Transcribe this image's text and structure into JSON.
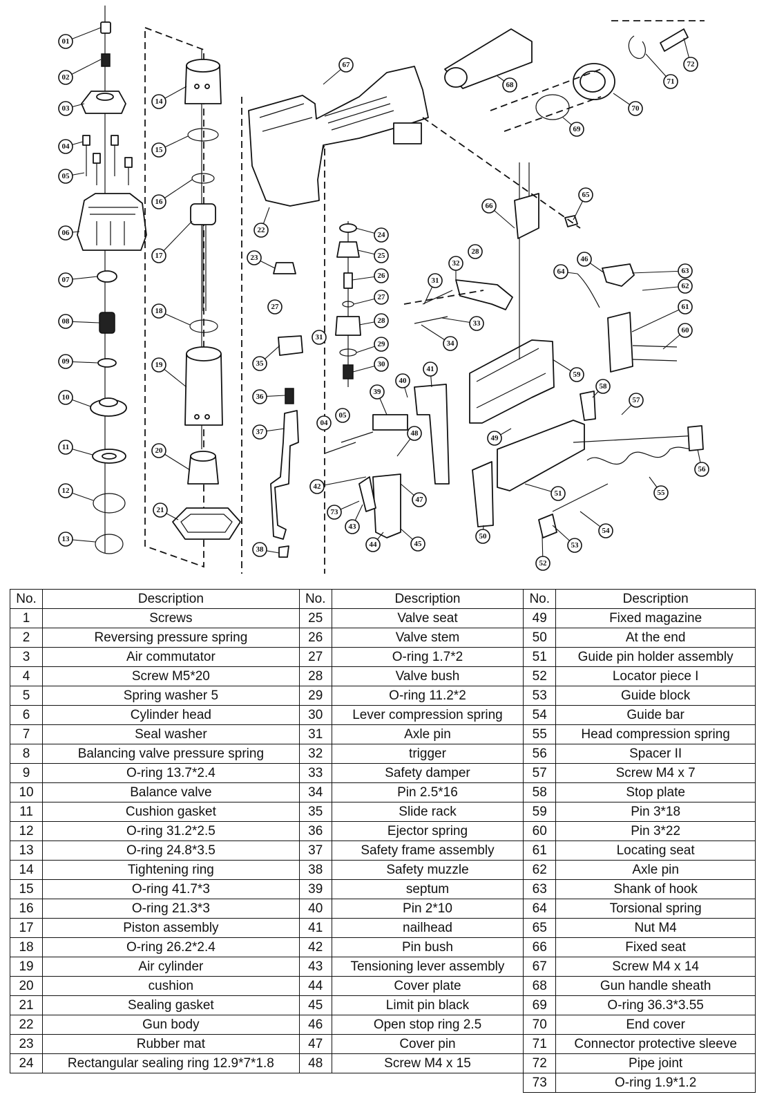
{
  "table": {
    "headers": {
      "no": "No.",
      "description": "Description"
    },
    "rows": [
      {
        "no": "1",
        "desc": "Screws"
      },
      {
        "no": "2",
        "desc": "Reversing pressure spring"
      },
      {
        "no": "3",
        "desc": "Air commutator"
      },
      {
        "no": "4",
        "desc": "Screw M5*20"
      },
      {
        "no": "5",
        "desc": "Spring washer 5"
      },
      {
        "no": "6",
        "desc": "Cylinder head"
      },
      {
        "no": "7",
        "desc": "Seal washer"
      },
      {
        "no": "8",
        "desc": "Balancing valve pressure spring"
      },
      {
        "no": "9",
        "desc": "O-ring 13.7*2.4"
      },
      {
        "no": "10",
        "desc": "Balance valve"
      },
      {
        "no": "11",
        "desc": "Cushion gasket"
      },
      {
        "no": "12",
        "desc": "O-ring 31.2*2.5"
      },
      {
        "no": "13",
        "desc": "O-ring 24.8*3.5"
      },
      {
        "no": "14",
        "desc": "Tightening ring"
      },
      {
        "no": "15",
        "desc": "O-ring 41.7*3"
      },
      {
        "no": "16",
        "desc": "O-ring 21.3*3"
      },
      {
        "no": "17",
        "desc": "Piston assembly"
      },
      {
        "no": "18",
        "desc": "O-ring 26.2*2.4"
      },
      {
        "no": "19",
        "desc": "Air cylinder"
      },
      {
        "no": "20",
        "desc": "cushion"
      },
      {
        "no": "21",
        "desc": "Sealing gasket"
      },
      {
        "no": "22",
        "desc": "Gun body"
      },
      {
        "no": "23",
        "desc": "Rubber mat"
      },
      {
        "no": "24",
        "desc": "Rectangular sealing ring 12.9*7*1.8"
      },
      {
        "no": "25",
        "desc": "Valve seat"
      },
      {
        "no": "26",
        "desc": "Valve stem"
      },
      {
        "no": "27",
        "desc": "O-ring 1.7*2"
      },
      {
        "no": "28",
        "desc": "Valve bush"
      },
      {
        "no": "29",
        "desc": "O-ring 11.2*2"
      },
      {
        "no": "30",
        "desc": "Lever compression spring"
      },
      {
        "no": "31",
        "desc": "Axle pin"
      },
      {
        "no": "32",
        "desc": "trigger"
      },
      {
        "no": "33",
        "desc": "Safety damper"
      },
      {
        "no": "34",
        "desc": "Pin 2.5*16"
      },
      {
        "no": "35",
        "desc": "Slide rack"
      },
      {
        "no": "36",
        "desc": "Ejector spring"
      },
      {
        "no": "37",
        "desc": "Safety frame assembly"
      },
      {
        "no": "38",
        "desc": "Safety muzzle"
      },
      {
        "no": "39",
        "desc": "septum"
      },
      {
        "no": "40",
        "desc": "Pin 2*10"
      },
      {
        "no": "41",
        "desc": "nailhead"
      },
      {
        "no": "42",
        "desc": "Pin bush"
      },
      {
        "no": "43",
        "desc": "Tensioning lever assembly"
      },
      {
        "no": "44",
        "desc": "Cover plate"
      },
      {
        "no": "45",
        "desc": "Limit pin black"
      },
      {
        "no": "46",
        "desc": "Open stop ring 2.5"
      },
      {
        "no": "47",
        "desc": "Cover pin"
      },
      {
        "no": "48",
        "desc": "Screw M4 x 15"
      },
      {
        "no": "49",
        "desc": "Fixed magazine"
      },
      {
        "no": "50",
        "desc": "At the end"
      },
      {
        "no": "51",
        "desc": "Guide pin holder assembly"
      },
      {
        "no": "52",
        "desc": "Locator piece I"
      },
      {
        "no": "53",
        "desc": "Guide block"
      },
      {
        "no": "54",
        "desc": "Guide bar"
      },
      {
        "no": "55",
        "desc": "Head compression spring"
      },
      {
        "no": "56",
        "desc": "Spacer II"
      },
      {
        "no": "57",
        "desc": "Screw M4 x 7"
      },
      {
        "no": "58",
        "desc": "Stop plate"
      },
      {
        "no": "59",
        "desc": "Pin 3*18"
      },
      {
        "no": "60",
        "desc": "Pin 3*22"
      },
      {
        "no": "61",
        "desc": "Locating seat"
      },
      {
        "no": "62",
        "desc": "Axle pin"
      },
      {
        "no": "63",
        "desc": "Shank of hook"
      },
      {
        "no": "64",
        "desc": "Torsional spring"
      },
      {
        "no": "65",
        "desc": "Nut M4"
      },
      {
        "no": "66",
        "desc": "Fixed seat"
      },
      {
        "no": "67",
        "desc": "Screw M4 x 14"
      },
      {
        "no": "68",
        "desc": "Gun handle sheath"
      },
      {
        "no": "69",
        "desc": "O-ring 36.3*3.55"
      },
      {
        "no": "70",
        "desc": "End cover"
      },
      {
        "no": "71",
        "desc": "Connector protective sleeve"
      },
      {
        "no": "72",
        "desc": "Pipe joint"
      },
      {
        "no": "73",
        "desc": "O-ring 1.9*1.2"
      }
    ]
  },
  "diagram": {
    "callouts": [
      "01",
      "02",
      "03",
      "04",
      "05",
      "06",
      "07",
      "08",
      "09",
      "10",
      "11",
      "12",
      "13",
      "14",
      "15",
      "16",
      "17",
      "18",
      "19",
      "20",
      "21",
      "22",
      "23",
      "24",
      "25",
      "26",
      "27",
      "28",
      "29",
      "30",
      "31",
      "32",
      "33",
      "34",
      "35",
      "36",
      "37",
      "38",
      "39",
      "40",
      "41",
      "42",
      "43",
      "44",
      "45",
      "46",
      "47",
      "48",
      "49",
      "50",
      "51",
      "52",
      "53",
      "54",
      "55",
      "56",
      "57",
      "58",
      "59",
      "60",
      "61",
      "62",
      "63",
      "64",
      "65",
      "66",
      "67",
      "68",
      "69",
      "70",
      "71",
      "72",
      "73"
    ]
  }
}
